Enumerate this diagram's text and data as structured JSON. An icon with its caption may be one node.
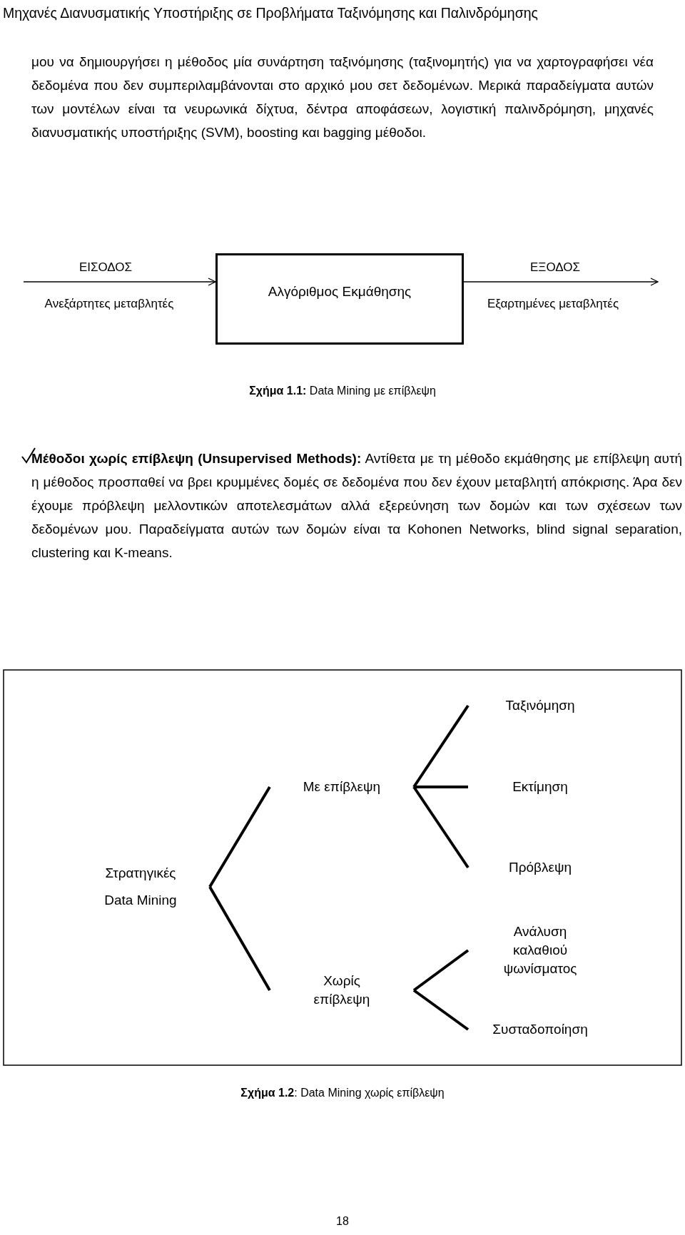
{
  "diagram": {
    "nodes": [
      {
        "text": [
          "Αλγόριθμος Εκμάθησης"
        ]
      },
      {
        "text": [
          "Στρατηγικές Data Mining"
        ]
      },
      {
        "text": [
          "Με επίβλεψη"
        ]
      },
      {
        "text": [
          "Ταξινόμηση"
        ]
      },
      {
        "text": [
          "Εκτίμηση"
        ]
      },
      {
        "text": [
          "Πρόβλεψη"
        ]
      },
      {
        "text": [
          "Χωρίς επίβλεψη"
        ]
      },
      {
        "text": [
          "Ανάλυση καλαθιού ψωνίσματος"
        ]
      },
      {
        "text": [
          "Συσταδοποίηση"
        ]
      }
    ],
    "edges": [
      {
        "from": null,
        "to": 0,
        "arrow": "to",
        "label": "ΕΙΣΟΔΟΣ"
      },
      {
        "from": 0,
        "to": null,
        "arrow": "to",
        "label": "ΕΞΟΔΟΣ"
      },
      {
        "from": 1,
        "to": 2,
        "arrow": "none"
      },
      {
        "from": 1,
        "to": 6,
        "arrow": "none"
      },
      {
        "from": 2,
        "to": 3,
        "arrow": "none"
      },
      {
        "from": 2,
        "to": 4,
        "arrow": "none"
      },
      {
        "from": 2,
        "to": 5,
        "arrow": "none"
      },
      {
        "from": 6,
        "to": 7,
        "arrow": "none"
      },
      {
        "from": 6,
        "to": 8,
        "arrow": "none"
      }
    ],
    "labels": [
      "Μηχανές Διανυσματικής Υποστήριξης σε Προβλήματα Ταξινόμησης και Παλινδρόμησης",
      "μου να δημιουργήσει η μέθοδος μία συνάρτηση ταξινόμησης (ταξινομητής) για να χαρτογραφήσει νέα δεδομένα που δεν συμπεριλαμβάνονται στο αρχικό μου σετ δεδομένων. Μερικά παραδείγματα αυτών των μοντέλων είναι τα νευρωνικά δίχτυα, δέντρα αποφάσεων, λογιστική παλινδρόμηση, μηχανές διανυσματικής υποστήριξης (SVM), boosting και bagging μέθοδοι.",
      "Ανεξάρτητες μεταβλητές",
      "Εξαρτημένες μεταβλητές",
      "**Σχήμα 1.1:** Data Mining με επίβλεψη",
      "**Μέθοδοι χωρίς επίβλεψη (Unsupervised Methods):** Αντίθετα με τη μέθοδο εκμάθησης με επίβλεψη αυτή η μέθοδος προσπαθεί να βρει κρυμμένες δομές σε δεδομένα που δεν έχουν μεταβλητή απόκρισης. Άρα δεν έχουμε πρόβλεψη μελλοντικών αποτελεσμάτων αλλά εξερεύνηση των δομών και των σχέσεων των δεδομένων μου. Παραδείγματα αυτών των δομών είναι τα Kohonen Networks, blind signal separation, clustering και K-means.",
      "**Σχήμα 1.2**: Data Mining χωρίς επίβλεψη",
      "18"
    ]
  }
}
